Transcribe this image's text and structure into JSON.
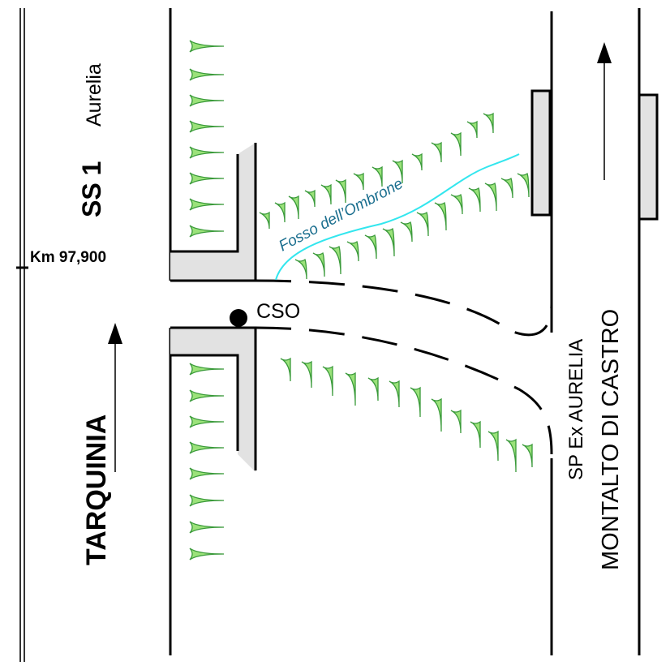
{
  "labels": {
    "road_main": "SS 1",
    "road_main_name": "Aurelia",
    "km": "Km 97,900",
    "junction": "CSO",
    "river": "Fosso dell’Ombrone",
    "direction_left": "TARQUINIA",
    "road_secondary": "SP Ex AURELIA",
    "direction_right": "MONTALTO DI CASTRO"
  },
  "colors": {
    "line": "#000000",
    "river": "#33e6ee",
    "vegetation": "#3a9a3a",
    "vegetation_fill": "#9be27a",
    "barrier_fill": "#e2e2e2",
    "river_text": "#1a6e8e"
  },
  "icons": {
    "arrow_up_left": "arrow-up-icon",
    "arrow_up_right": "arrow-up-icon",
    "vegetation": "grass-tuft-icon",
    "junction": "filled-circle-icon"
  }
}
